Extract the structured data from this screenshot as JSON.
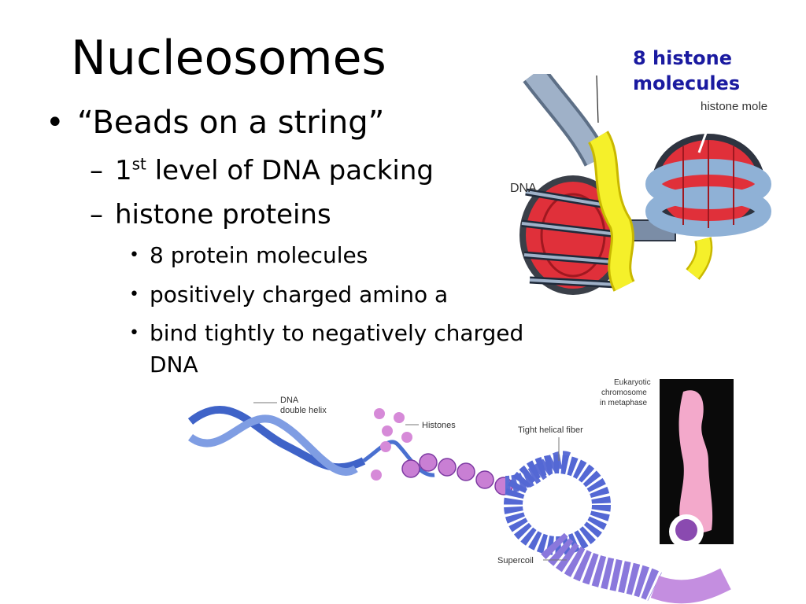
{
  "slide": {
    "title": "Nucleosomes",
    "callout_line1": "8 histone",
    "callout_line2": "molecules",
    "bullets": {
      "marker1": "•",
      "marker2": "–",
      "marker3": "•",
      "b1": "“Beads on a string”",
      "b2a_pre": "1",
      "b2a_sup": "st",
      "b2a_post": " level of DNA packing",
      "b2b": "histone proteins",
      "b3a": "8 protein molecules",
      "b3b": "positively charged amino a",
      "b3c_line1": "bind tightly to negatively charged",
      "b3c_line2": "DNA"
    }
  },
  "figure_top": {
    "label_dna": "DNA",
    "label_histone": "histone mole"
  },
  "figure_bottom": {
    "label_dna1": "DNA",
    "label_dna2": "double helix",
    "label_histones": "Histones",
    "label_fiber": "Tight helical fiber",
    "label_chrom1": "Eukaryotic",
    "label_chrom2": "chromosome",
    "label_chrom3": "in metaphase",
    "label_supercoil": "Supercoil"
  },
  "colors": {
    "callout": "#1a1aa0",
    "histone_red": "#e0303a",
    "linker_yellow": "#f5f02a",
    "dna_blue": "#6f8fb8",
    "helix_blue": "#3f63c8",
    "histone_pink": "#d68ad8"
  }
}
